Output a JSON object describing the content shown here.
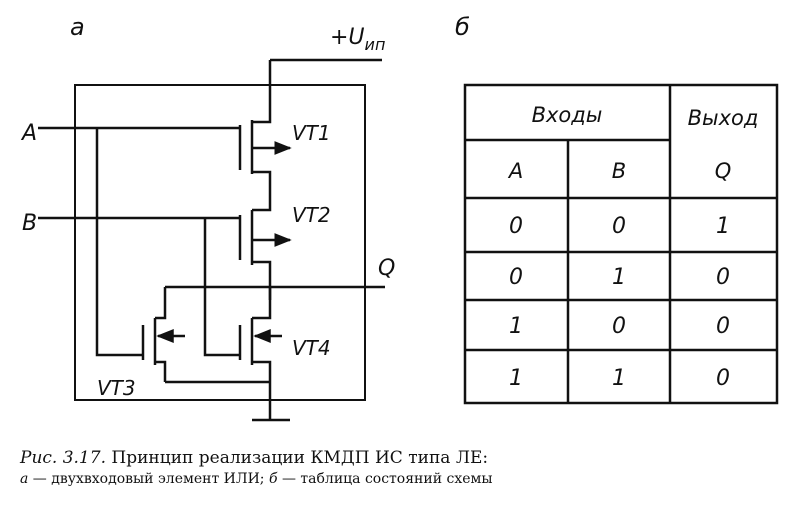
{
  "panel_a_label": "а",
  "panel_b_label": "б",
  "circuit": {
    "supply_label": "+U",
    "supply_subscript": "ип",
    "input_a": "A",
    "input_b": "B",
    "output": "Q",
    "transistors": [
      "VT1",
      "VT2",
      "VT3",
      "VT4"
    ]
  },
  "table": {
    "group_inputs": "Входы",
    "group_output": "Выход",
    "columns": [
      "A",
      "B",
      "Q"
    ],
    "rows": [
      [
        "0",
        "0",
        "1"
      ],
      [
        "0",
        "1",
        "0"
      ],
      [
        "1",
        "0",
        "0"
      ],
      [
        "1",
        "1",
        "0"
      ]
    ]
  },
  "caption": {
    "prefix": "Рис. 3.17.",
    "title": "Принцип реализации КМДП ИС типа ЛЕ:",
    "legend_a": "а",
    "legend_a_text": " — двухвходовый элемент ИЛИ; ",
    "legend_b": "б",
    "legend_b_text": " — таблица состояний схемы"
  }
}
